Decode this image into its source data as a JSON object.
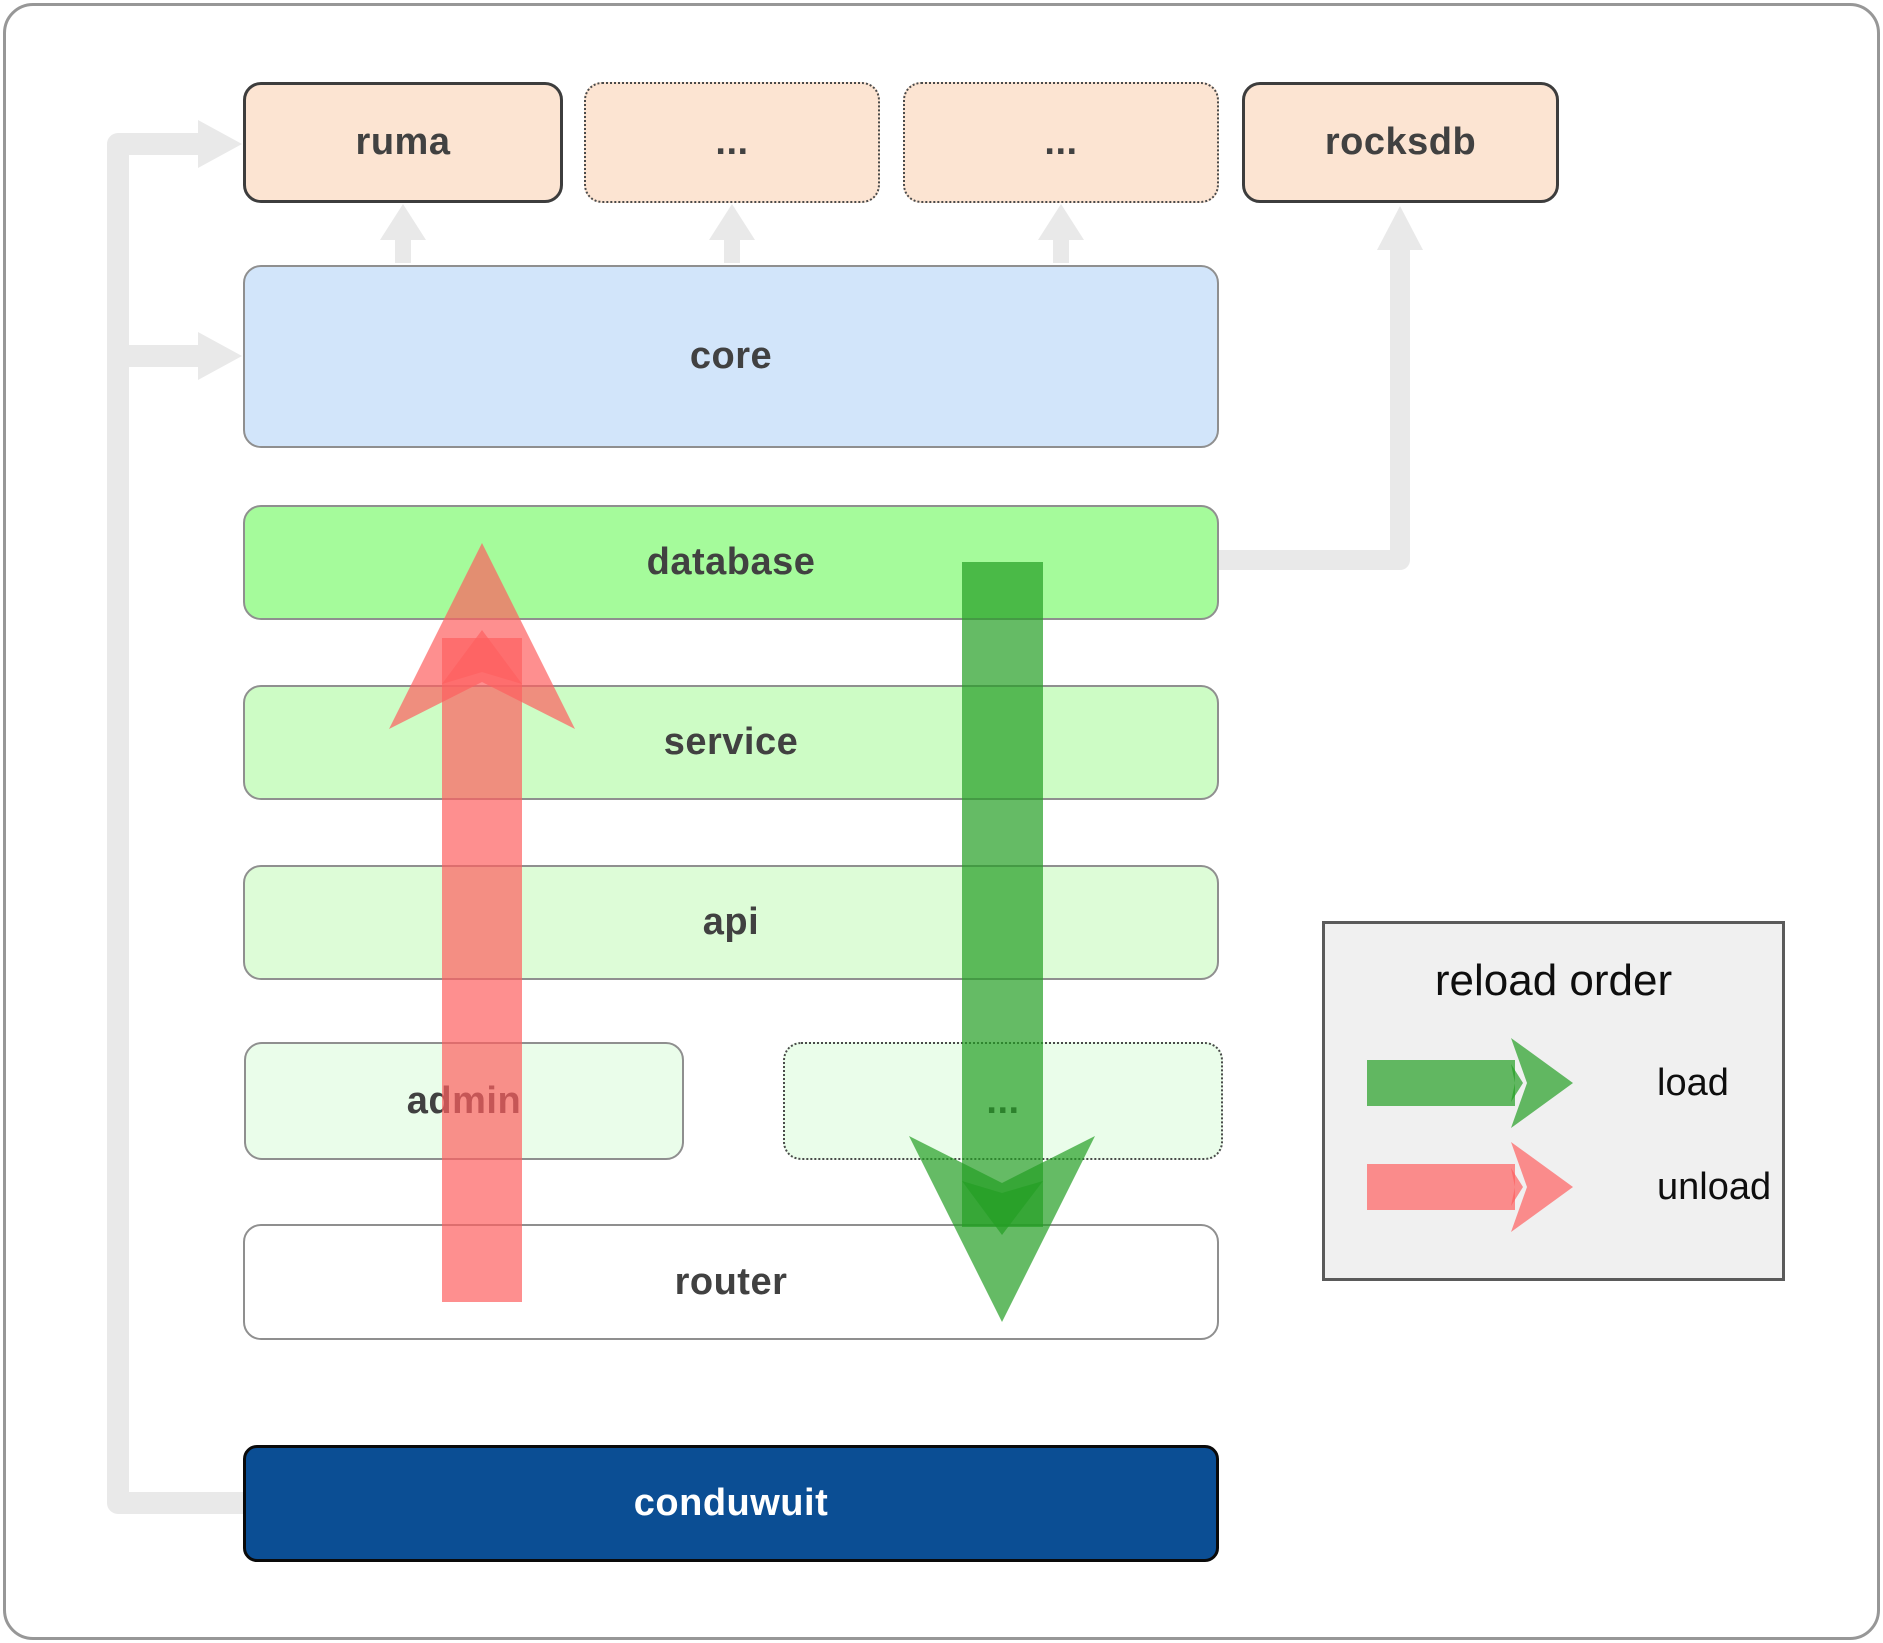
{
  "boxes": {
    "ruma": "ruma",
    "ellipsis1": "...",
    "ellipsis2": "...",
    "rocksdb": "rocksdb",
    "core": "core",
    "database": "database",
    "service": "service",
    "api": "api",
    "admin": "admin",
    "ellipsis3": "...",
    "router": "router",
    "conduwuit": "conduwuit"
  },
  "legend": {
    "title": "reload order",
    "load_label": "load",
    "unload_label": "unload"
  },
  "colors": {
    "box-peach": "#fce4d2",
    "box-blue": "#d2e5fa",
    "db-green": "#a5fb9b",
    "service-green": "#cdfcc5",
    "api-green": "#ddfcd7",
    "admin-green": "#eafdea",
    "conduwuit-navy": "#0b4e94",
    "arrow-green": "#249e24",
    "arrow-red": "#fe5f5f",
    "connector-gray": "#e9e9e9",
    "border-gray": "#8f8f8f",
    "border-dark": "#3d3d3d",
    "label-gray": "#414141",
    "legend-bg": "#f0f0f0",
    "legend-border": "#5a5a5a"
  }
}
